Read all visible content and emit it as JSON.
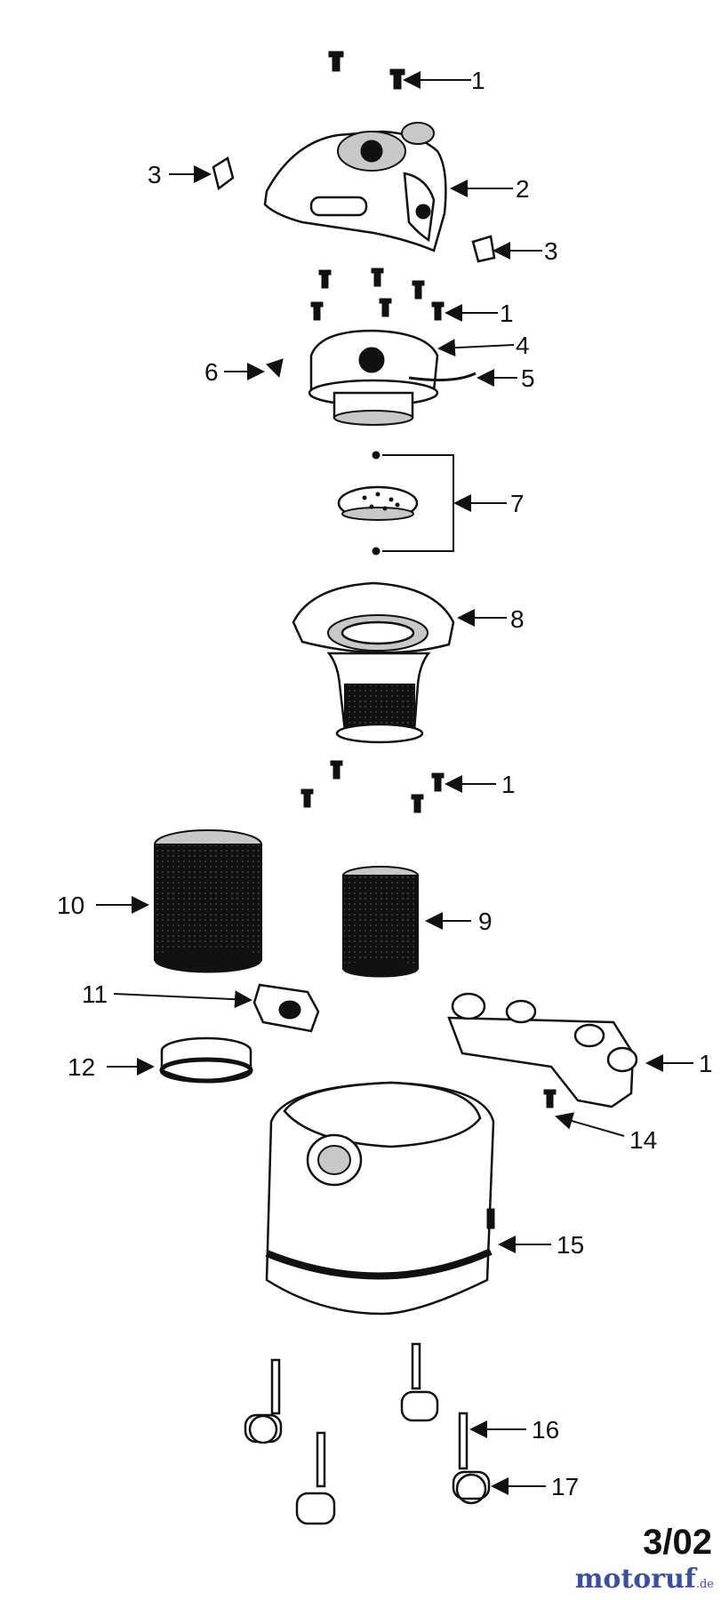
{
  "callouts": [
    {
      "id": "c1a",
      "text": "1"
    },
    {
      "id": "c2",
      "text": "2"
    },
    {
      "id": "c3a",
      "text": "3"
    },
    {
      "id": "c3b",
      "text": "3"
    },
    {
      "id": "c1b",
      "text": "1"
    },
    {
      "id": "c4",
      "text": "4"
    },
    {
      "id": "c5",
      "text": "5"
    },
    {
      "id": "c6",
      "text": "6"
    },
    {
      "id": "c7",
      "text": "7"
    },
    {
      "id": "c8",
      "text": "8"
    },
    {
      "id": "c1c",
      "text": "1"
    },
    {
      "id": "c10",
      "text": "10"
    },
    {
      "id": "c9",
      "text": "9"
    },
    {
      "id": "c11",
      "text": "11"
    },
    {
      "id": "c12",
      "text": "12"
    },
    {
      "id": "c13",
      "text": "1"
    },
    {
      "id": "c14",
      "text": "14"
    },
    {
      "id": "c15",
      "text": "15"
    },
    {
      "id": "c16",
      "text": "16"
    },
    {
      "id": "c17",
      "text": "17"
    }
  ],
  "revision": "3/02",
  "watermark": {
    "name": "motoruf",
    "tld": ".de"
  }
}
